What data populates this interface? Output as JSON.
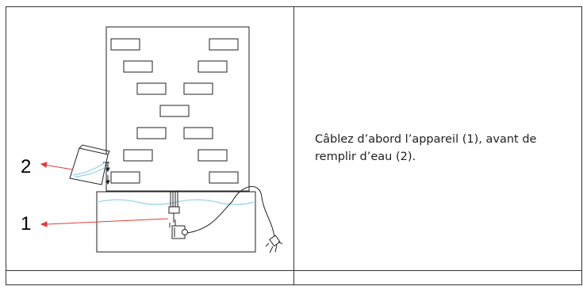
{
  "figure": {
    "callout_1": "1",
    "callout_2": "2"
  },
  "instruction_text": "Câblez d’abord l’appareil (1), avant de remplir d’eau (2).",
  "colors": {
    "border": "#333333",
    "arrow": "#e03b3b",
    "water": "#7ec8e3",
    "line_art": "#222222"
  }
}
